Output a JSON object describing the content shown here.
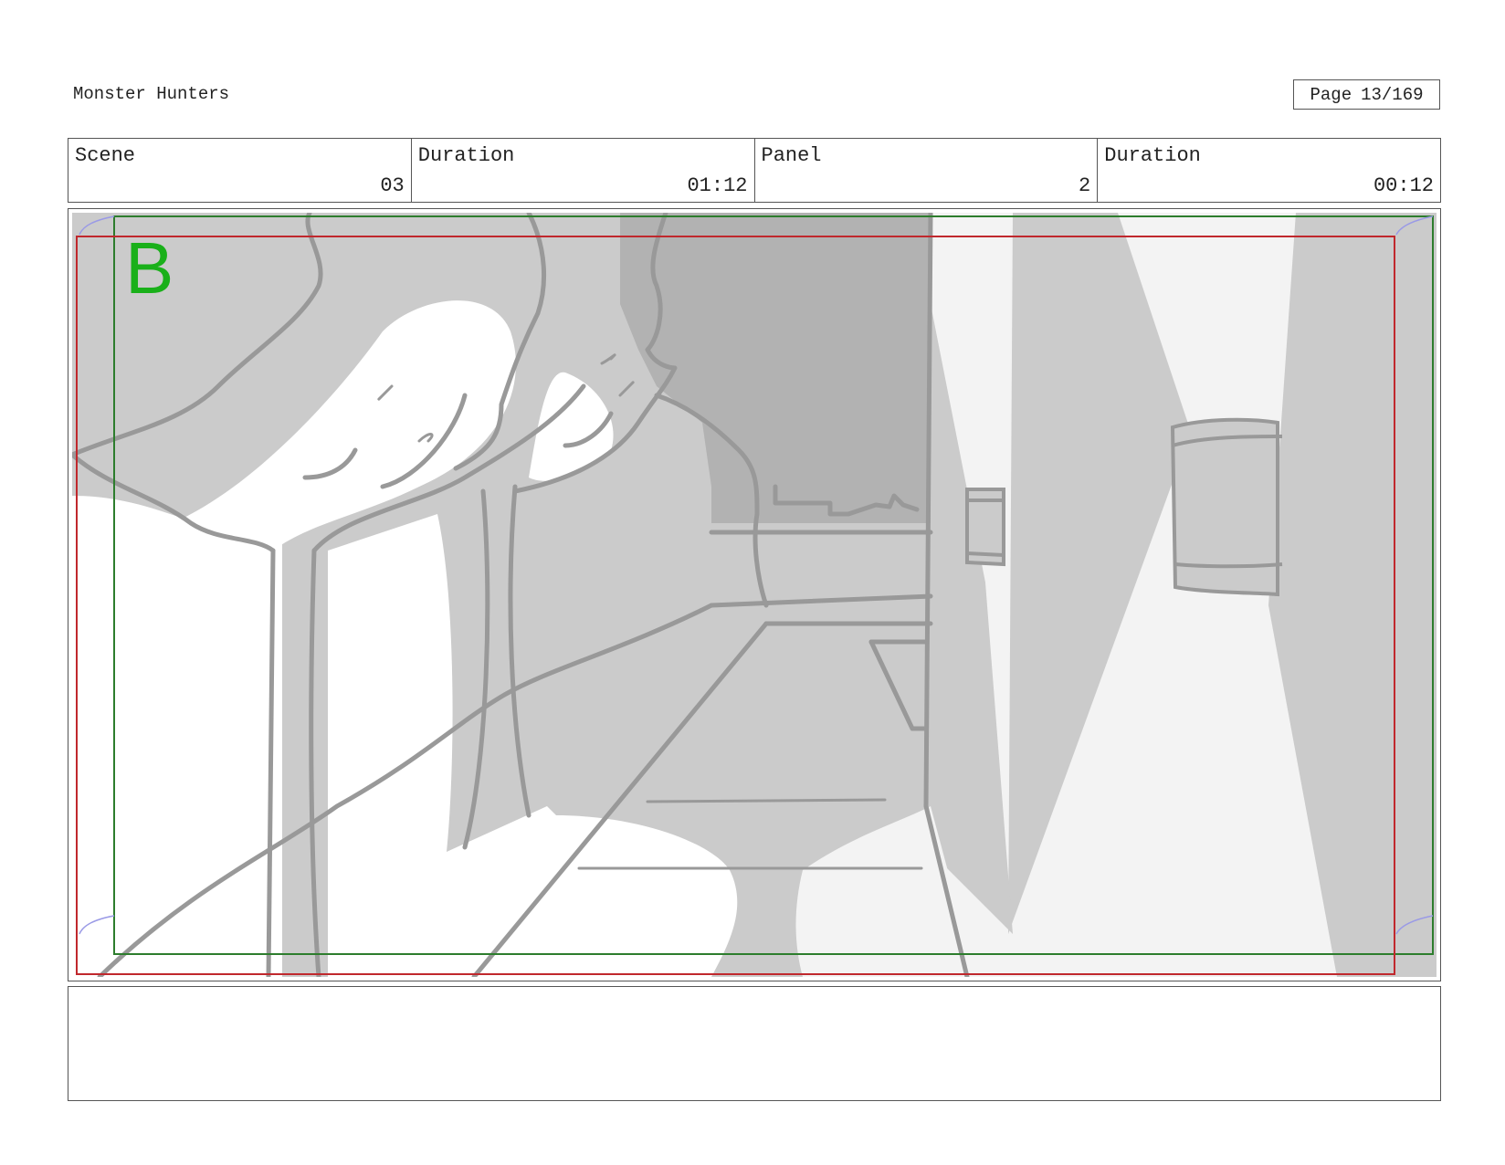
{
  "header": {
    "project_title": "Monster Hunters",
    "page_label": "Page",
    "page_number": "13/169"
  },
  "info_bar": {
    "scene_label": "Scene",
    "scene_value": "03",
    "scene_duration_label": "Duration",
    "scene_duration_value": "01:12",
    "panel_label": "Panel",
    "panel_value": "2",
    "panel_duration_label": "Duration",
    "panel_duration_value": "00:12"
  },
  "panel": {
    "layer_marker": "B",
    "colors": {
      "sketch_gray": "#999999",
      "shadow_gray": "#cbcbcb",
      "dark_gray": "#b2b2b2",
      "light_wall": "#f3f3f3",
      "safe_frame_green": "#2d7d2d",
      "action_frame_red": "#c0282d",
      "marker_green": "#1ab01a",
      "corner_arrow": "#9a9ae6"
    }
  },
  "notes": {
    "text": ""
  }
}
